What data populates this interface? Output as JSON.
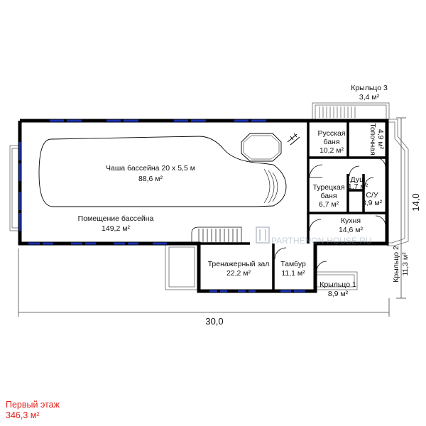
{
  "floor": {
    "title": "Первый этаж",
    "area": "346,3 м²"
  },
  "dimensions": {
    "width": "30,0",
    "depth": "14,0"
  },
  "watermark": "PARTHENON-HOUSE.RU",
  "rooms": {
    "pool_bowl": {
      "name": "Чаша бассейна 20 х 5,5 м",
      "area": "88,6 м²"
    },
    "pool_room": {
      "name": "Помещение бассейна",
      "area": "149,2 м²"
    },
    "russian_bath": {
      "name1": "Русская",
      "name2": "баня",
      "area": "10,2 м²"
    },
    "furnace": {
      "name": "Топочная",
      "area": "4,9 м²"
    },
    "turkish_bath": {
      "name1": "Турецкая",
      "name2": "баня",
      "area": "6,7 м²"
    },
    "shower": {
      "name": "Душ",
      "area": "1,7 м²"
    },
    "wc": {
      "name": "С/У",
      "area": "3,9 м²"
    },
    "kitchen": {
      "name": "Кухня",
      "area": "14,6 м²"
    },
    "gym": {
      "name": "Тренажерный зал",
      "area": "22,2 м²"
    },
    "vestibule": {
      "name": "Тамбур",
      "area": "11,1 м²"
    },
    "porch1": {
      "name": "Крыльцо 1",
      "area": "8,9 м²"
    },
    "porch2": {
      "name": "Крыльцо 2",
      "area": "11,3 м²"
    },
    "porch3": {
      "name": "Крыльцо 3",
      "area": "3,4 м²"
    }
  },
  "colors": {
    "wall": "#000000",
    "window": "#1a2fb0",
    "title": "#e0201c"
  }
}
